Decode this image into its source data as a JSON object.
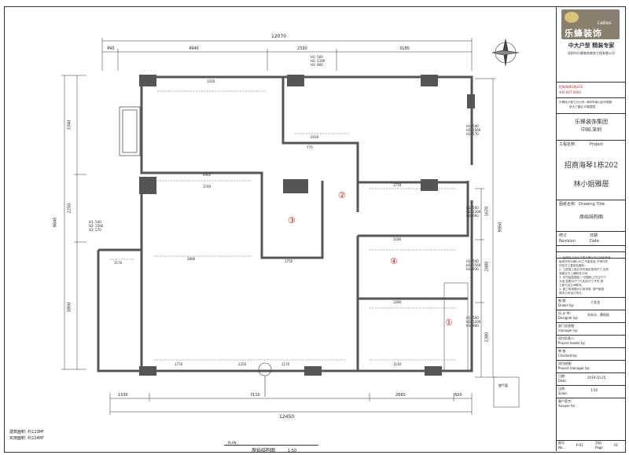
{
  "drawing": {
    "dims_top_total": "12070",
    "dims_top": [
      "490",
      "4940",
      "2330",
      "3180"
    ],
    "dims_bottom_total": "12450",
    "dims_bottom": [
      "1330",
      "7110",
      "2660",
      "620"
    ],
    "dims_left_total": "9840",
    "dims_left": [
      "3340",
      "2250",
      "3850"
    ],
    "dims_right_total": "9950",
    "dims_right": [
      "1670",
      "2880",
      "2380"
    ],
    "inner_dims": [
      "4940",
      "3740",
      "3890",
      "1750",
      "770",
      "2030",
      "2350",
      "1170",
      "1770",
      "1720",
      "1180",
      "1280",
      "1140",
      "1350",
      "1170"
    ],
    "window_tags": [
      [
        "H1: 500",
        "H2: 1190",
        "H3: 960"
      ],
      [
        "H1: 540",
        "H2: 1560",
        "H3: 570"
      ],
      [
        "H1: 540",
        "H2: 1560",
        "H3: 570"
      ],
      [
        "H1: 500",
        "H2: 1200",
        "H3: 900"
      ],
      [
        "H1: 500",
        "H2: 1560",
        "H3: 930"
      ],
      [
        "H1: 500",
        "H2: 1200",
        "H3: 900"
      ]
    ],
    "room_numbers": [
      "①",
      "②",
      "③",
      "④"
    ],
    "pipe_label": "燃气管",
    "area_stats": [
      "建筑面积: 约123M²",
      "实用面积: 约104M²"
    ],
    "plan_label": "PLAN",
    "plan_title": "原始结构图",
    "plan_scale": "1:50"
  },
  "title_block": {
    "logo_text": "乐蜂装饰",
    "logo_en": "Lebes",
    "slogan": "中大户型  精装专家",
    "company_full": "深圳市乐蜂装饰装饰工程有限公司",
    "address_line": "招商海琴1栋202",
    "phone_line": "400 667 0000",
    "design_line_1": "乐蜂设计部之分公司: 深圳市南山区科苑路",
    "design_line_2": "软大三星区18楼整层",
    "group_name": "乐蜂装饰集团",
    "city": "中国.深圳",
    "project_label_cn": "工程名称:",
    "project_label_en": "Project",
    "project_name": "招商海琴1栋202",
    "client_name": "林小姐雅居",
    "drawing_title_label_cn": "图纸名称:",
    "drawing_title_label_en": "Drawing Title",
    "drawing_name": "原始结构图",
    "revision_cn": "修订",
    "revision_en": "Revision",
    "date_cn": "日期",
    "date_en": "Date",
    "notes": [
      "1. 此图纸之设计乃属乐蜂公司之版权所有,",
      "   版权所有乐蜂公司之书面批准,不得作任",
      "   何形式之复制及翻印。",
      "2. 工程施工前必须先核实现场尺寸,如有",
      "   误差应马上通知设计师。",
      "3. 切勿量度图纸,一切图纸上所注尺寸",
      "   为准,若图示尺寸与实际尺寸不符,请",
      "   立即与设计师联系。",
      "4. 施工现场图示引用说明, 请严格按",
      "   照本公司设计执行。"
    ],
    "drawn_cn": "制  图:",
    "drawn_en": "Drawn by:",
    "drawn_name": "于金龙",
    "designer_cn": "设 计 师:",
    "designer_en": "Designer by:",
    "designer_name": "刘永乐、黄陆陆",
    "manager_cn": "部门总经理:",
    "manager_en": "manager by:",
    "leader_cn": "项目负责人:",
    "leader_en": "Project leader by:",
    "checked_cn": "审  核:",
    "checked_en": "Checked by:",
    "pm_cn": "项目经理:",
    "pm_en": "Project manager by:",
    "date_row_cn": "日期:",
    "date_row_en": "Date:",
    "date_value": "2019-10-25",
    "scale_cn": "比例:",
    "scale_en": "Scale:",
    "scale_value": "1:50",
    "client_cn": "客户签字:",
    "client_en": "Answer for",
    "no_label_cn": "图号",
    "no_label_en": "No.",
    "drawing_no": "P-01",
    "page_label_cn": "页码",
    "page_label_en": "Page",
    "page_no": "01"
  },
  "colors": {
    "wall": "#555555",
    "line": "#333333",
    "room_number": "#cc2222",
    "logo_bg": "#8a7e6e",
    "stamp_red": "#b03030"
  }
}
